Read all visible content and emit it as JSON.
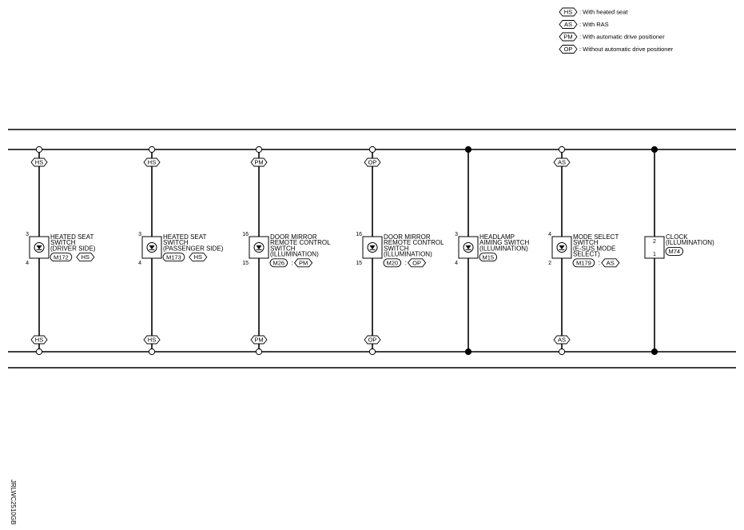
{
  "legend": [
    {
      "code": "HS",
      "text": ": With heated seat"
    },
    {
      "code": "AS",
      "text": ": With RAS"
    },
    {
      "code": "PM",
      "text": ": With automatic drive positioner"
    },
    {
      "code": "OP",
      "text": ": Without automatic drive positioner"
    }
  ],
  "figure_id": "JRLWC2510GB",
  "components": [
    {
      "id": "c1",
      "name": [
        "HEATED SEAT",
        "SWITCH",
        "(DRIVER SIDE)"
      ],
      "connector": "M172",
      "option": "HS",
      "pin_top": "3",
      "pin_bottom": "4",
      "top_tag": "HS",
      "bottom_tag": "HS",
      "top_junction": "open",
      "bottom_junction": "open"
    },
    {
      "id": "c2",
      "name": [
        "HEATED SEAT",
        "SWITCH",
        "(PASSENGER SIDE)"
      ],
      "connector": "M173",
      "option": "HS",
      "pin_top": "3",
      "pin_bottom": "4",
      "top_tag": "HS",
      "bottom_tag": "HS",
      "top_junction": "open",
      "bottom_junction": "open"
    },
    {
      "id": "c3",
      "name": [
        "DOOR MIRROR",
        "REMOTE CONTROL",
        "SWITCH",
        "(ILLUMINATION)"
      ],
      "connector": "M26",
      "option": "PM",
      "pin_top": "16",
      "pin_bottom": "15",
      "top_tag": "PM",
      "bottom_tag": "PM",
      "top_junction": "open",
      "bottom_junction": "open"
    },
    {
      "id": "c4",
      "name": [
        "DOOR MIRROR",
        "REMOTE CONTROL",
        "SWITCH",
        "(ILLUMINATION)"
      ],
      "connector": "M20",
      "option": "OP",
      "pin_top": "16",
      "pin_bottom": "15",
      "top_tag": "OP",
      "bottom_tag": "OP",
      "top_junction": "open",
      "bottom_junction": "open"
    },
    {
      "id": "c5",
      "name": [
        "HEADLAMP",
        "AIMING SWITCH",
        "(ILLUMINATION)"
      ],
      "connector": "M15",
      "option": "",
      "pin_top": "3",
      "pin_bottom": "4",
      "top_tag": "",
      "bottom_tag": "",
      "top_junction": "filled",
      "bottom_junction": "filled"
    },
    {
      "id": "c6",
      "name": [
        "MODE SELECT",
        "SWITCH",
        "(E-SUS MODE",
        " SELECT)"
      ],
      "connector": "M179",
      "option": "AS",
      "pin_top": "4",
      "pin_bottom": "2",
      "top_tag": "AS",
      "bottom_tag": "AS",
      "top_junction": "open",
      "bottom_junction": "open"
    },
    {
      "id": "c7",
      "name": [
        "CLOCK",
        "(ILLUMINATION)"
      ],
      "connector": "M74",
      "option": "",
      "pin_top": "2",
      "pin_bottom": "1",
      "top_tag": "",
      "bottom_tag": "",
      "top_junction": "filled",
      "bottom_junction": "filled"
    }
  ]
}
